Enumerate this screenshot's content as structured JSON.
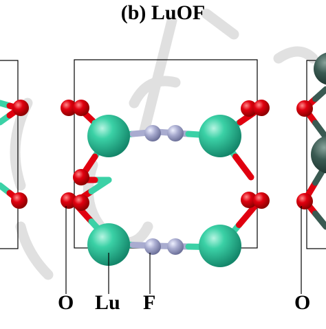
{
  "figure": {
    "panel_title": "(b) LuOF",
    "labels": {
      "o": "O",
      "lu": "Lu",
      "f": "F",
      "o_right": "O"
    },
    "colors": {
      "lu": "#3bd1a6",
      "o": "#e0000f",
      "f": "#a9acd0",
      "dark_atom": "#3a5a52",
      "cell": "#000000"
    },
    "watermark": "Accepted"
  }
}
